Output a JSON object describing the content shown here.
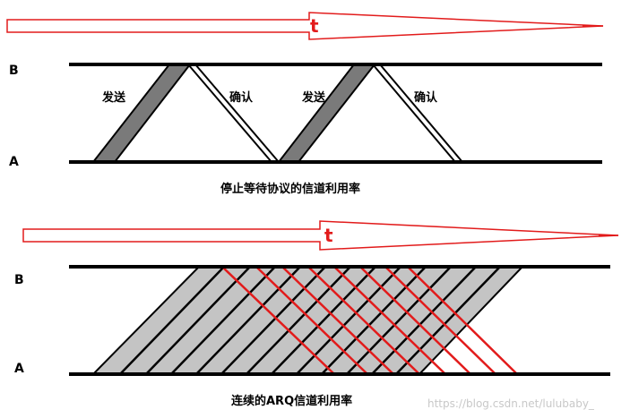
{
  "time_arrow_label": "t",
  "diagram_top": {
    "node_b": "B",
    "node_a": "A",
    "send_label_1": "发送",
    "ack_label_1": "确认",
    "send_label_2": "发送",
    "ack_label_2": "确认",
    "caption": "停止等待协议的信道利用率"
  },
  "diagram_bottom": {
    "node_b": "B",
    "node_a": "A",
    "caption": "连续的ARQ信道利用率"
  },
  "watermark": "https://blog.csdn.net/lulubaby_",
  "colors": {
    "arrow_red": "#e21b1b",
    "frame_gray": "#7a7a7a",
    "band_gray": "#c4c4c4",
    "line_black": "#000000"
  }
}
